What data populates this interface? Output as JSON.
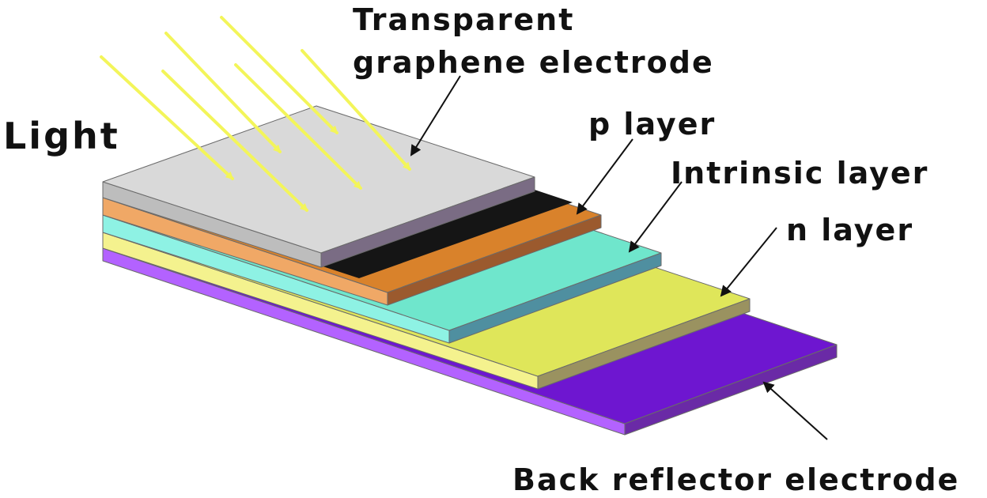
{
  "labels": {
    "light": "Light",
    "transparent_line1": "Transparent",
    "transparent_line2": "graphene electrode",
    "p_layer": "p layer",
    "intrinsic_layer": "Intrinsic layer",
    "n_layer": "n layer",
    "back_reflector": "Back reflector electrode"
  },
  "colors": {
    "graphene_top": "#d9d9d9",
    "graphene_front": "#bdbdbd",
    "graphene_right": "#7a6c84",
    "dark_layer": "#151515",
    "p_top": "#d9822b",
    "p_front": "#f0a866",
    "p_right": "#9b5a2e",
    "intrinsic_top": "#6fe6cc",
    "intrinsic_front": "#8ef2e4",
    "intrinsic_right": "#4f8fa0",
    "n_top": "#dfe65a",
    "n_front": "#f4f28e",
    "n_right": "#9a9260",
    "back_top": "#6e16d0",
    "back_front": "#b362ff",
    "back_right": "#6a2aa6",
    "light_rays": "#f3f55a"
  }
}
